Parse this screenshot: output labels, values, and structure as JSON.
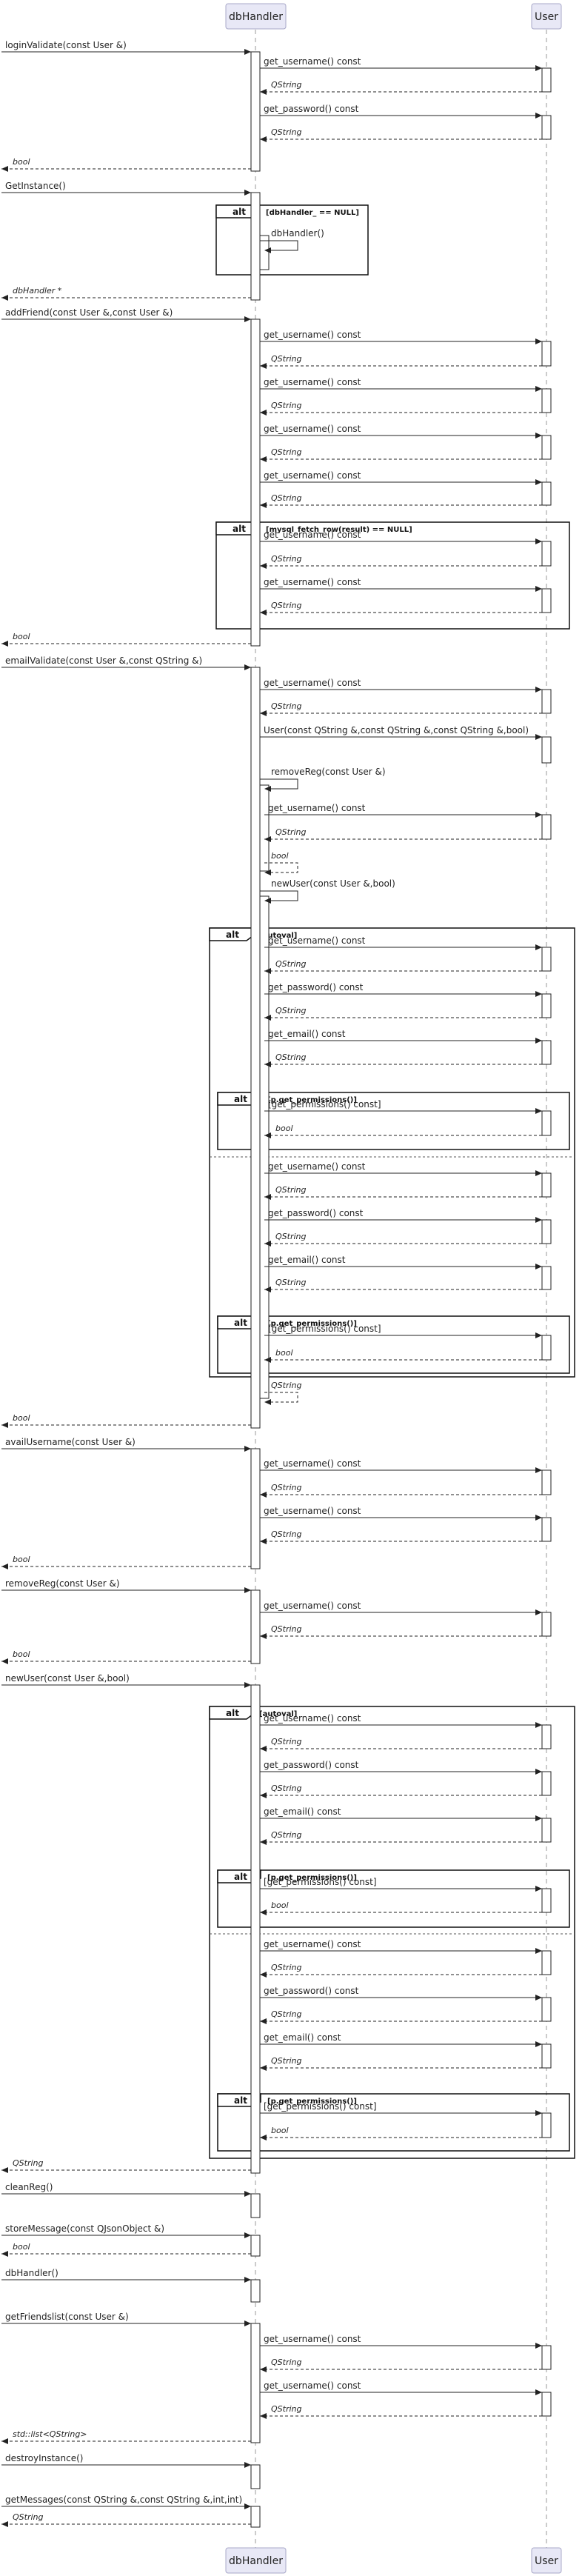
{
  "participants": [
    {
      "id": "caller",
      "label": ""
    },
    {
      "id": "dbh",
      "label": "dbHandler"
    },
    {
      "id": "user",
      "label": "User"
    }
  ],
  "messages": [
    {
      "id": "m1",
      "type": "call",
      "from": "caller",
      "to": "dbh",
      "label": "loginValidate(const User &)"
    },
    {
      "id": "m2",
      "type": "call",
      "from": "dbh",
      "to": "user",
      "label": "get_username() const"
    },
    {
      "id": "m3",
      "type": "return",
      "from": "user",
      "to": "dbh",
      "label": "QString"
    },
    {
      "id": "m4",
      "type": "call",
      "from": "dbh",
      "to": "user",
      "label": "get_password() const"
    },
    {
      "id": "m5",
      "type": "return",
      "from": "user",
      "to": "dbh",
      "label": "QString"
    },
    {
      "id": "m6",
      "type": "return",
      "from": "dbh",
      "to": "caller",
      "label": "bool"
    },
    {
      "id": "m7",
      "type": "call",
      "from": "caller",
      "to": "dbh",
      "label": "GetInstance()"
    },
    {
      "id": "m8",
      "type": "self",
      "from": "dbh",
      "to": "dbh",
      "label": "dbHandler()"
    },
    {
      "id": "m9",
      "type": "return",
      "from": "dbh",
      "to": "caller",
      "label": "dbHandler *"
    },
    {
      "id": "m10",
      "type": "call",
      "from": "caller",
      "to": "dbh",
      "label": "addFriend(const User &,const User &)"
    },
    {
      "id": "m11",
      "type": "call",
      "from": "dbh",
      "to": "user",
      "label": "get_username() const"
    },
    {
      "id": "m12",
      "type": "return",
      "from": "user",
      "to": "dbh",
      "label": "QString"
    },
    {
      "id": "m13",
      "type": "call",
      "from": "dbh",
      "to": "user",
      "label": "get_username() const"
    },
    {
      "id": "m14",
      "type": "return",
      "from": "user",
      "to": "dbh",
      "label": "QString"
    },
    {
      "id": "m15",
      "type": "call",
      "from": "dbh",
      "to": "user",
      "label": "get_username() const"
    },
    {
      "id": "m16",
      "type": "return",
      "from": "user",
      "to": "dbh",
      "label": "QString"
    },
    {
      "id": "m17",
      "type": "call",
      "from": "dbh",
      "to": "user",
      "label": "get_username() const"
    },
    {
      "id": "m18",
      "type": "return",
      "from": "user",
      "to": "dbh",
      "label": "QString"
    },
    {
      "id": "m19",
      "type": "call",
      "from": "dbh",
      "to": "user",
      "label": "get_username() const"
    },
    {
      "id": "m20",
      "type": "return",
      "from": "user",
      "to": "dbh",
      "label": "QString"
    },
    {
      "id": "m21",
      "type": "call",
      "from": "dbh",
      "to": "user",
      "label": "get_username() const"
    },
    {
      "id": "m22",
      "type": "return",
      "from": "user",
      "to": "dbh",
      "label": "QString"
    },
    {
      "id": "m23",
      "type": "return",
      "from": "dbh",
      "to": "caller",
      "label": "bool"
    },
    {
      "id": "m24",
      "type": "call",
      "from": "caller",
      "to": "dbh",
      "label": "emailValidate(const User &,const QString &)"
    },
    {
      "id": "m25",
      "type": "call",
      "from": "dbh",
      "to": "user",
      "label": "get_username() const"
    },
    {
      "id": "m26",
      "type": "return",
      "from": "user",
      "to": "dbh",
      "label": "QString"
    },
    {
      "id": "m27",
      "type": "call",
      "from": "dbh",
      "to": "user",
      "label": "User(const QString &,const QString &,const QString &,bool)"
    },
    {
      "id": "m28",
      "type": "self",
      "from": "dbh",
      "to": "dbh",
      "label": "removeReg(const User &)"
    },
    {
      "id": "m29",
      "type": "call",
      "from": "dbh",
      "to": "user",
      "label": "get_username() const"
    },
    {
      "id": "m30",
      "type": "return",
      "from": "user",
      "to": "dbh",
      "label": "QString"
    },
    {
      "id": "m31",
      "type": "selfreturn",
      "from": "dbh",
      "to": "dbh",
      "label": "bool"
    },
    {
      "id": "m32",
      "type": "self",
      "from": "dbh",
      "to": "dbh",
      "label": "newUser(const User &,bool)"
    },
    {
      "id": "m33",
      "type": "call",
      "from": "dbh",
      "to": "user",
      "label": "get_username() const"
    },
    {
      "id": "m34",
      "type": "return",
      "from": "user",
      "to": "dbh",
      "label": "QString"
    },
    {
      "id": "m35",
      "type": "call",
      "from": "dbh",
      "to": "user",
      "label": "get_password() const"
    },
    {
      "id": "m36",
      "type": "return",
      "from": "user",
      "to": "dbh",
      "label": "QString"
    },
    {
      "id": "m37",
      "type": "call",
      "from": "dbh",
      "to": "user",
      "label": "get_email() const"
    },
    {
      "id": "m38",
      "type": "return",
      "from": "user",
      "to": "dbh",
      "label": "QString"
    },
    {
      "id": "m39",
      "type": "call",
      "from": "dbh",
      "to": "user",
      "label": "[get_permissions() const]"
    },
    {
      "id": "m40",
      "type": "return",
      "from": "user",
      "to": "dbh",
      "label": "bool"
    },
    {
      "id": "m41",
      "type": "call",
      "from": "dbh",
      "to": "user",
      "label": "get_username() const"
    },
    {
      "id": "m42",
      "type": "return",
      "from": "user",
      "to": "dbh",
      "label": "QString"
    },
    {
      "id": "m43",
      "type": "call",
      "from": "dbh",
      "to": "user",
      "label": "get_password() const"
    },
    {
      "id": "m44",
      "type": "return",
      "from": "user",
      "to": "dbh",
      "label": "QString"
    },
    {
      "id": "m45",
      "type": "call",
      "from": "dbh",
      "to": "user",
      "label": "get_email() const"
    },
    {
      "id": "m46",
      "type": "return",
      "from": "user",
      "to": "dbh",
      "label": "QString"
    },
    {
      "id": "m47",
      "type": "call",
      "from": "dbh",
      "to": "user",
      "label": "[get_permissions() const]"
    },
    {
      "id": "m48",
      "type": "return",
      "from": "user",
      "to": "dbh",
      "label": "bool"
    },
    {
      "id": "m49",
      "type": "selfreturn",
      "from": "dbh",
      "to": "dbh",
      "label": "QString"
    },
    {
      "id": "m50",
      "type": "return",
      "from": "dbh",
      "to": "caller",
      "label": "bool"
    },
    {
      "id": "m51",
      "type": "call",
      "from": "caller",
      "to": "dbh",
      "label": "availUsername(const User &)"
    },
    {
      "id": "m52",
      "type": "call",
      "from": "dbh",
      "to": "user",
      "label": "get_username() const"
    },
    {
      "id": "m53",
      "type": "return",
      "from": "user",
      "to": "dbh",
      "label": "QString"
    },
    {
      "id": "m54",
      "type": "call",
      "from": "dbh",
      "to": "user",
      "label": "get_username() const"
    },
    {
      "id": "m55",
      "type": "return",
      "from": "user",
      "to": "dbh",
      "label": "QString"
    },
    {
      "id": "m56",
      "type": "return",
      "from": "dbh",
      "to": "caller",
      "label": "bool"
    },
    {
      "id": "m57",
      "type": "call",
      "from": "caller",
      "to": "dbh",
      "label": "removeReg(const User &)"
    },
    {
      "id": "m58",
      "type": "call",
      "from": "dbh",
      "to": "user",
      "label": "get_username() const"
    },
    {
      "id": "m59",
      "type": "return",
      "from": "user",
      "to": "dbh",
      "label": "QString"
    },
    {
      "id": "m60",
      "type": "return",
      "from": "dbh",
      "to": "caller",
      "label": "bool"
    },
    {
      "id": "m61",
      "type": "call",
      "from": "caller",
      "to": "dbh",
      "label": "newUser(const User &,bool)"
    },
    {
      "id": "m62",
      "type": "call",
      "from": "dbh",
      "to": "user",
      "label": "get_username() const"
    },
    {
      "id": "m63",
      "type": "return",
      "from": "user",
      "to": "dbh",
      "label": "QString"
    },
    {
      "id": "m64",
      "type": "call",
      "from": "dbh",
      "to": "user",
      "label": "get_password() const"
    },
    {
      "id": "m65",
      "type": "return",
      "from": "user",
      "to": "dbh",
      "label": "QString"
    },
    {
      "id": "m66",
      "type": "call",
      "from": "dbh",
      "to": "user",
      "label": "get_email() const"
    },
    {
      "id": "m67",
      "type": "return",
      "from": "user",
      "to": "dbh",
      "label": "QString"
    },
    {
      "id": "m68",
      "type": "call",
      "from": "dbh",
      "to": "user",
      "label": "[get_permissions() const]"
    },
    {
      "id": "m69",
      "type": "return",
      "from": "user",
      "to": "dbh",
      "label": "bool"
    },
    {
      "id": "m70",
      "type": "call",
      "from": "dbh",
      "to": "user",
      "label": "get_username() const"
    },
    {
      "id": "m71",
      "type": "return",
      "from": "user",
      "to": "dbh",
      "label": "QString"
    },
    {
      "id": "m72",
      "type": "call",
      "from": "dbh",
      "to": "user",
      "label": "get_password() const"
    },
    {
      "id": "m73",
      "type": "return",
      "from": "user",
      "to": "dbh",
      "label": "QString"
    },
    {
      "id": "m74",
      "type": "call",
      "from": "dbh",
      "to": "user",
      "label": "get_email() const"
    },
    {
      "id": "m75",
      "type": "return",
      "from": "user",
      "to": "dbh",
      "label": "QString"
    },
    {
      "id": "m76",
      "type": "call",
      "from": "dbh",
      "to": "user",
      "label": "[get_permissions() const]"
    },
    {
      "id": "m77",
      "type": "return",
      "from": "user",
      "to": "dbh",
      "label": "bool"
    },
    {
      "id": "m78",
      "type": "return",
      "from": "dbh",
      "to": "caller",
      "label": "QString"
    },
    {
      "id": "m79",
      "type": "call",
      "from": "caller",
      "to": "dbh",
      "label": "cleanReg()"
    },
    {
      "id": "m80",
      "type": "call",
      "from": "caller",
      "to": "dbh",
      "label": "storeMessage(const QJsonObject &)"
    },
    {
      "id": "m81",
      "type": "return",
      "from": "dbh",
      "to": "caller",
      "label": "bool"
    },
    {
      "id": "m82",
      "type": "call",
      "from": "caller",
      "to": "dbh",
      "label": "dbHandler()"
    },
    {
      "id": "m83",
      "type": "call",
      "from": "caller",
      "to": "dbh",
      "label": "getFriendslist(const User &)"
    },
    {
      "id": "m84",
      "type": "call",
      "from": "dbh",
      "to": "user",
      "label": "get_username() const"
    },
    {
      "id": "m85",
      "type": "return",
      "from": "user",
      "to": "dbh",
      "label": "QString"
    },
    {
      "id": "m86",
      "type": "call",
      "from": "dbh",
      "to": "user",
      "label": "get_username() const"
    },
    {
      "id": "m87",
      "type": "return",
      "from": "user",
      "to": "dbh",
      "label": "QString"
    },
    {
      "id": "m88",
      "type": "return",
      "from": "dbh",
      "to": "caller",
      "label": "std::list<QString>"
    },
    {
      "id": "m89",
      "type": "call",
      "from": "caller",
      "to": "dbh",
      "label": "destroyInstance()"
    },
    {
      "id": "m90",
      "type": "call",
      "from": "caller",
      "to": "dbh",
      "label": "getMessages(const QString &,const QString &,int,int)"
    },
    {
      "id": "m91",
      "type": "return",
      "from": "dbh",
      "to": "caller",
      "label": "QString"
    }
  ],
  "fragments": [
    {
      "id": "f1",
      "keyword": "alt",
      "guard": "[dbHandler_ == NULL]"
    },
    {
      "id": "f2",
      "keyword": "alt",
      "guard": "[mysql_fetch_row(result) == NULL]"
    },
    {
      "id": "f3",
      "keyword": "alt",
      "guard": "[autoval]"
    },
    {
      "id": "f4",
      "keyword": "alt",
      "guard": "[p.get_permissions()]"
    },
    {
      "id": "f5",
      "keyword": "alt",
      "guard": "[p.get_permissions()]"
    },
    {
      "id": "f6",
      "keyword": "alt",
      "guard": "[autoval]"
    },
    {
      "id": "f7",
      "keyword": "alt",
      "guard": "[p.get_permissions()]"
    },
    {
      "id": "f8",
      "keyword": "alt",
      "guard": "[p.get_permissions()]"
    }
  ]
}
